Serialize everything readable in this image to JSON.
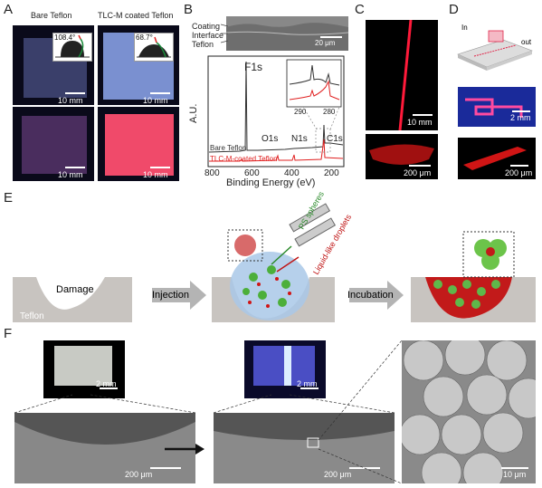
{
  "panels": {
    "A": {
      "label": "A",
      "col1_title": "Bare Teflon",
      "col2_title": "TLC-M coated Teflon",
      "angle1": "108.4°",
      "angle2": "68.7°",
      "scale": "10 mm"
    },
    "B": {
      "label": "B",
      "layers": [
        "Coating",
        "Interface",
        "Teflon"
      ],
      "sem_scale": "20 μm",
      "chart_data": {
        "type": "line",
        "xlabel": "Binding Energy (eV)",
        "ylabel": "A.U.",
        "xticks": [
          800,
          600,
          400,
          200
        ],
        "xlim": [
          850,
          180
        ],
        "peaks": [
          "F1s",
          "O1s",
          "N1s",
          "C1s"
        ],
        "series": [
          {
            "name": "Bare Teflon",
            "color": "#333333"
          },
          {
            "name": "TLC-M-coated Teflon",
            "color": "#e02020"
          }
        ],
        "inset_xticks": [
          290,
          280
        ]
      }
    },
    "C": {
      "label": "C",
      "scale1": "10 mm",
      "scale2": "200 μm"
    },
    "D": {
      "label": "D",
      "inlet": "In",
      "outlet": "out",
      "scale1": "2 mm",
      "scale2": "200 μm"
    },
    "E": {
      "label": "E",
      "damage": "Damage",
      "substrate": "Teflon",
      "step1": "Injection",
      "step2": "Incubation",
      "sphere_label": "PS spheres",
      "droplet_label": "Liquid-like droplets"
    },
    "F": {
      "label": "F",
      "scale_a1": "2 mm",
      "scale_a2": "200 μm",
      "scale_b1": "2 mm",
      "scale_b2": "200 μm",
      "scale_c": "10 μm"
    }
  }
}
